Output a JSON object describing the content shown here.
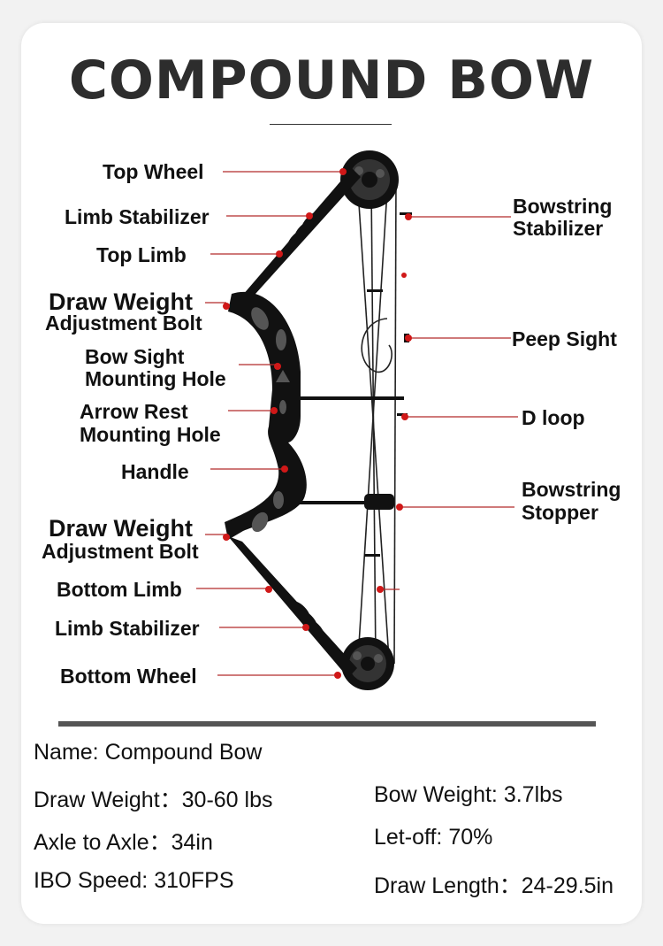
{
  "title": "COMPOUND BOW",
  "labels": {
    "top_wheel": "Top Wheel",
    "limb_stabilizer_top": "Limb Stabilizer",
    "top_limb": "Top Limb",
    "draw_weight_top_1": "Draw Weight",
    "draw_weight_top_2": "Adjustment Bolt",
    "bow_sight_1": "Bow Sight",
    "bow_sight_2": "Mounting Hole",
    "arrow_rest_1": "Arrow Rest",
    "arrow_rest_2": "Mounting Hole",
    "handle": "Handle",
    "draw_weight_bottom_1": "Draw Weight",
    "draw_weight_bottom_2": "Adjustment Bolt",
    "bottom_limb": "Bottom Limb",
    "limb_stabilizer_bottom": "Limb Stabilizer",
    "bottom_wheel": "Bottom Wheel",
    "bowstring_stabilizer_1": "Bowstring",
    "bowstring_stabilizer_2": "Stabilizer",
    "peep_sight": "Peep Sight",
    "d_loop": "D loop",
    "bowstring_stopper_1": "Bowstring",
    "bowstring_stopper_2": "Stopper"
  },
  "specs": {
    "name": "Name: Compound Bow",
    "draw_weight": "Draw Weight：30-60 lbs",
    "bow_weight": "Bow Weight: 3.7lbs",
    "axle_to_axle": "Axle to Axle：34in",
    "let_off": "Let-off: 70%",
    "ibo_speed": "IBO Speed: 310FPS",
    "draw_length": "Draw Length：24-29.5in"
  },
  "colors": {
    "leader": "#b22a2a",
    "dot": "#d01818",
    "bow": "#111111"
  }
}
